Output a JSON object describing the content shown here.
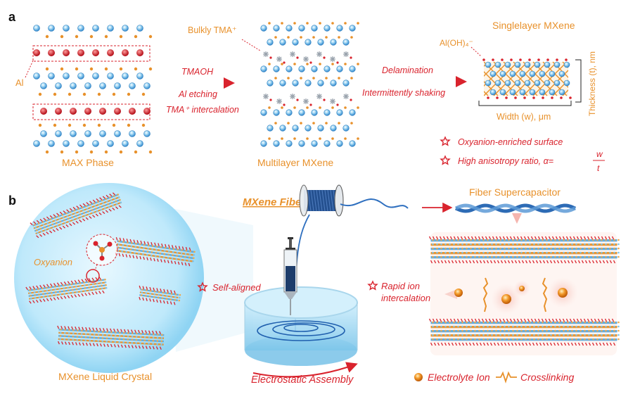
{
  "panel_a": {
    "letter": "a",
    "max_phase": "MAX Phase",
    "al_label": "Al",
    "bulky_tma": "Bulkly TMA⁺",
    "arrow1_top": "TMAOH",
    "arrow1_mid": "Al etching",
    "arrow1_bot": "TMA⁺ intercalation",
    "multilayer": "Multilayer MXene",
    "arrow2_top": "Delamination",
    "arrow2_bot": "Intermittently shaking",
    "singlelayer": "Singlelayer MXene",
    "aloh": "Al(OH)₄⁻",
    "thickness": "Thickness (t), nm",
    "width": "Width (w), μm",
    "feature1": "Oxyanion-enriched surface",
    "feature2": "High anisotropy ratio, α=",
    "ratio_num": "w",
    "ratio_den": "t"
  },
  "panel_b": {
    "letter": "b",
    "oxyanion": "Oxyanion",
    "self_aligned": "Self-aligned",
    "liquid_crystal": "MXene Liquid Crystal",
    "fiber_title": "MXene Fiber",
    "assembly": "Electrostatic Assembly",
    "supercap": "Fiber Supercapacitor",
    "rapid1": "Rapid ion",
    "rapid2": "intercalation",
    "legend_ion": "Electrolyte Ion",
    "legend_cross": "Crosslinking"
  },
  "colors": {
    "orange": "#e8912b",
    "red": "#d9232d",
    "blue": "#3a8fd6",
    "atom_blue": "#7cc4ec",
    "atom_red": "#c8141c",
    "grey": "#9aa3ad"
  }
}
